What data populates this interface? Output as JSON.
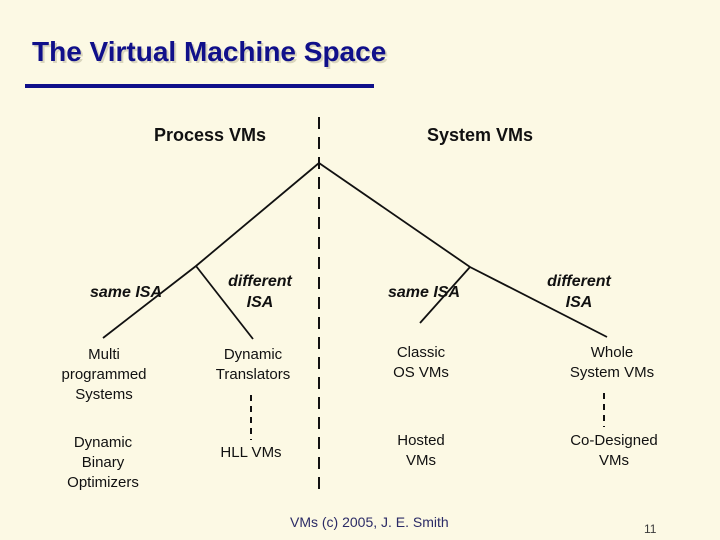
{
  "slide": {
    "title": "The Virtual Machine Space",
    "footer_text": "VMs (c) 2005, J. E. Smith",
    "page_number": "11"
  },
  "colors": {
    "background": "#FCF9E4",
    "title": "#10108A",
    "title_shadow": "#D9D5BD",
    "line": "#111111",
    "text": "#111111",
    "footer": "#2B2B66",
    "page_number": "#3A3A3A"
  },
  "diagram": {
    "process": {
      "heading": "Process VMs",
      "same_isa": {
        "label": "same ISA",
        "leaves": [
          "Multi\nprogrammed\nSystems",
          "Dynamic\nBinary\nOptimizers"
        ]
      },
      "different_isa": {
        "label": "different\nISA",
        "leaves": [
          "Dynamic\nTranslators",
          "HLL VMs"
        ]
      }
    },
    "system": {
      "heading": "System VMs",
      "same_isa": {
        "label": "same ISA",
        "leaves": [
          "Classic\nOS VMs",
          "Hosted\nVMs"
        ]
      },
      "different_isa": {
        "label": "different\nISA",
        "leaves": [
          "Whole\nSystem VMs",
          "Co-Designed\nVMs"
        ]
      }
    }
  }
}
